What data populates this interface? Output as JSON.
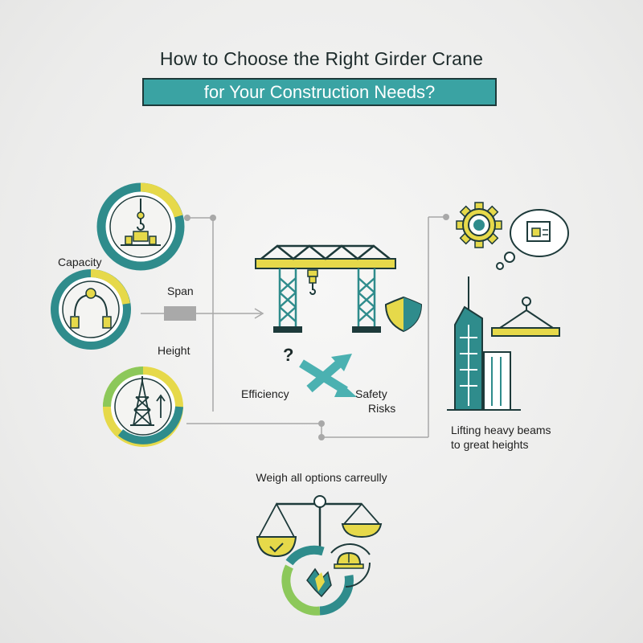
{
  "header": {
    "title_line1": "How to Choose the   Right    Girder Crane",
    "title_line2": "for Your Construction Needs?"
  },
  "factors": {
    "capacity": "Capacity",
    "span": "Span",
    "height": "Height"
  },
  "outcomes": {
    "question_mark": "?",
    "efficiency": "Efficiency",
    "safety_risks_1": "Safety",
    "safety_risks_2": "Risks"
  },
  "application": {
    "line1": "Lifting heavy beams",
    "line2": "to great heights"
  },
  "footer": {
    "weigh_text": "Weigh all options carreully"
  },
  "colors": {
    "teal": "#2f8c8c",
    "yellow": "#e6d94a",
    "green": "#8cc85a",
    "dark": "#1d3a3a"
  }
}
